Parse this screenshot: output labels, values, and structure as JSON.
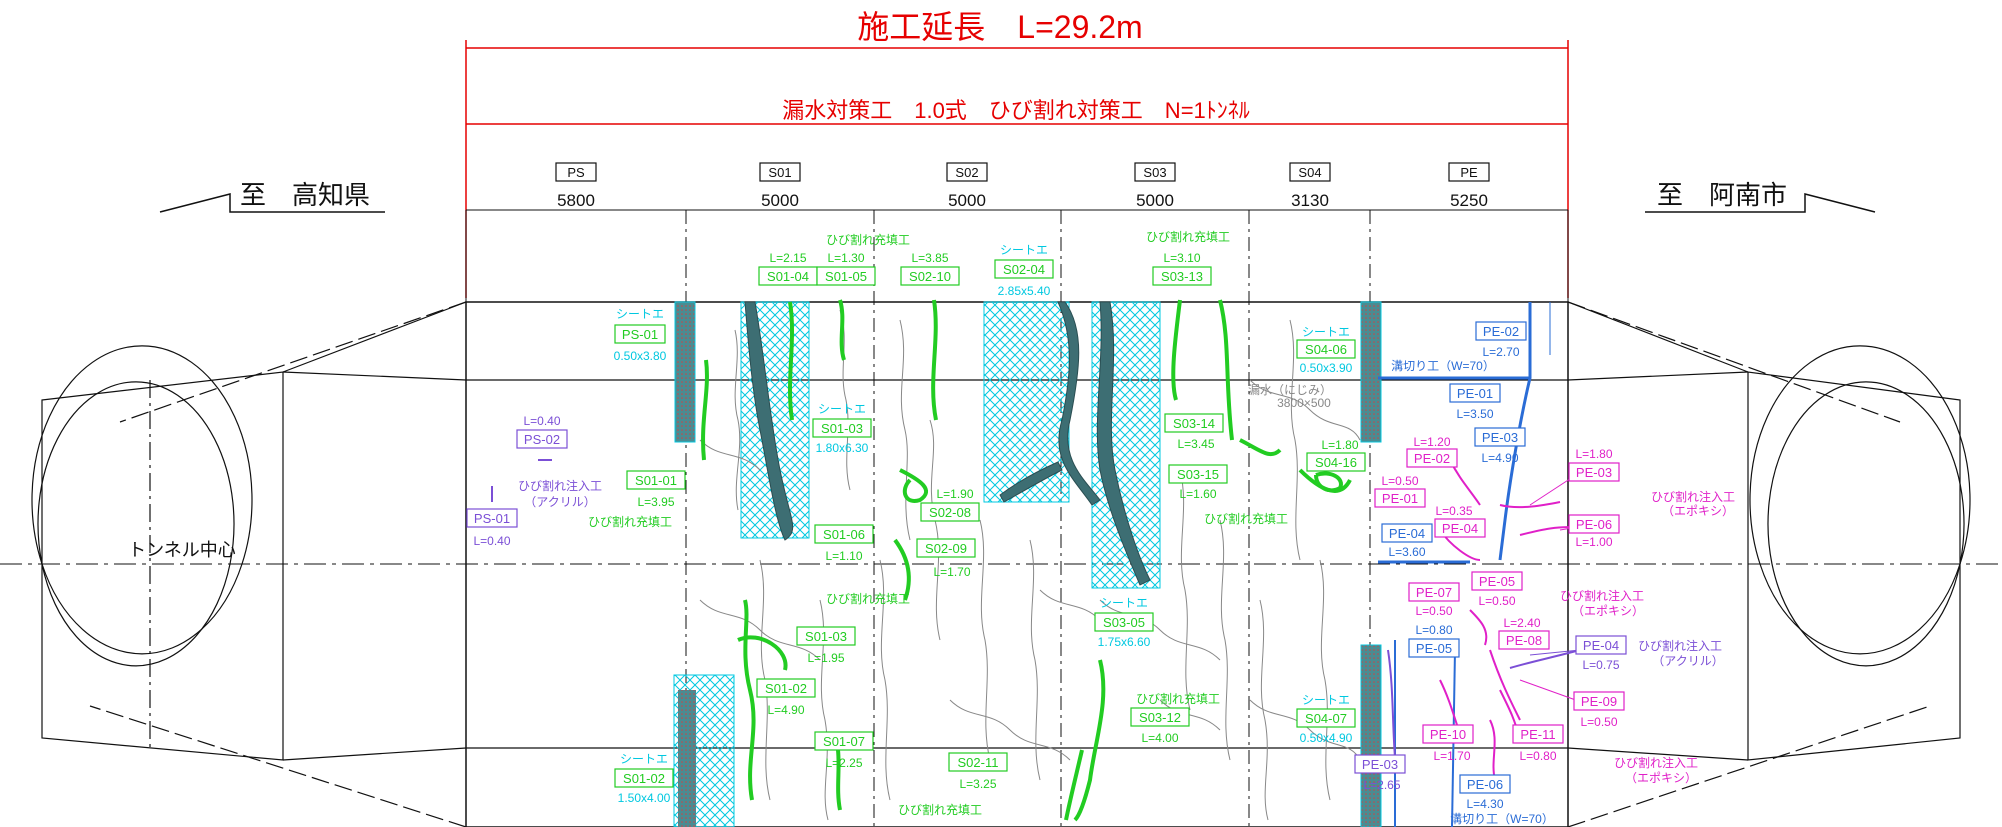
{
  "title": "施工延長　L=29.2m",
  "subtitle": "漏水対策工　1.0式　ひび割れ対策工　N=1ﾄﾝﾈﾙ",
  "left_direction": "至　高知県",
  "right_direction": "至　阿南市",
  "tunnel_center_label": "トンネル中心",
  "colors": {
    "red": "#e60000",
    "green": "#22cc22",
    "cyan": "#00c8e0",
    "blue": "#2a6cd6",
    "magenta": "#e020c8",
    "purple": "#7b4fd6",
    "black": "#111111",
    "gray": "#888888"
  },
  "sections": [
    {
      "code": "PS",
      "length": "5800"
    },
    {
      "code": "S01",
      "length": "5000"
    },
    {
      "code": "S02",
      "length": "5000"
    },
    {
      "code": "S03",
      "length": "5000"
    },
    {
      "code": "S04",
      "length": "3130"
    },
    {
      "code": "PE",
      "length": "5250"
    }
  ],
  "notes": {
    "ps_sheet": {
      "type": "シートエ",
      "id": "PS-01",
      "size": "0.50x3.80"
    },
    "ps_02": {
      "length": "L=0.40",
      "id": "PS-02"
    },
    "ps_injection": {
      "line1": "ひび割れ注入工",
      "line2": "（アクリル）"
    },
    "ps_01": {
      "id": "PS-01",
      "length": "L=0.40"
    },
    "ps_fill": "ひび割れ充填工",
    "s01_01": {
      "id": "S01-01",
      "length": "L=3.95"
    },
    "s01_04": {
      "length": "L=2.15",
      "id": "S01-04"
    },
    "s01_05_top": "ひび割れ充填工",
    "s01_05": {
      "length": "L=1.30",
      "id": "S01-05"
    },
    "s01_03_sheet": {
      "type": "シートエ",
      "id": "S01-03",
      "size": "1.80x6.30"
    },
    "s01_06": {
      "id": "S01-06",
      "length": "L=1.10"
    },
    "s01_03": {
      "id": "S01-03",
      "length": "L=1.95"
    },
    "s01_02": {
      "id": "S01-02",
      "length": "L=4.90"
    },
    "s01_07": {
      "id": "S01-07",
      "length": "L=2.25"
    },
    "s01_02_sheet": {
      "type": "シートエ",
      "id": "S01-02",
      "size": "1.50x4.00"
    },
    "mid_fill": "ひび割れ充填工",
    "s02_10": {
      "length": "L=3.85",
      "id": "S02-10"
    },
    "s02_04_sheet": {
      "type": "シートエ",
      "id": "S02-04",
      "size": "2.85x5.40"
    },
    "s02_08": {
      "length": "L=1.90",
      "id": "S02-08"
    },
    "s02_09": {
      "id": "S02-09",
      "length": "L=1.70"
    },
    "s02_11": {
      "id": "S02-11",
      "length": "L=3.25"
    },
    "bottom_fill": "ひび割れ充填工",
    "s03_top_fill": "ひび割れ充填工",
    "s03_13": {
      "length": "L=3.10",
      "id": "S03-13"
    },
    "s03_14": {
      "id": "S03-14",
      "length": "L=3.45"
    },
    "s03_15": {
      "id": "S03-15",
      "length": "L=1.60"
    },
    "s03_fill2": "ひび割れ充填工",
    "s03_05_sheet": {
      "type": "シートエ",
      "id": "S03-05",
      "size": "1.75x6.60"
    },
    "s03_12_fill": "ひび割れ充填工",
    "s03_12": {
      "id": "S03-12",
      "length": "L=4.00"
    },
    "s04_06_sheet": {
      "type": "シートエ",
      "id": "S04-06",
      "size": "0.50x3.90"
    },
    "leak_label": "漏水（にじみ）",
    "leak_size": "3800×500",
    "s04_16": {
      "length": "L=1.80",
      "id": "S04-16"
    },
    "s04_07_sheet": {
      "type": "シートエ",
      "id": "S04-07",
      "size": "0.50x4.90"
    },
    "pe_02_blue": {
      "id": "PE-02",
      "length": "L=2.70"
    },
    "groove_top": "溝切り工（W=70）",
    "pe_01_blue": {
      "id": "PE-01",
      "length": "L=3.50"
    },
    "pe_03_blue": {
      "id": "PE-03",
      "length": "L=4.90"
    },
    "pe_02_mag": {
      "length": "L=1.20",
      "id": "PE-02"
    },
    "pe_03_mag": {
      "length": "L=1.80",
      "id": "PE-03"
    },
    "epoxy_right1": {
      "line1": "ひび割れ注入工",
      "line2": "（エポキシ）"
    },
    "pe_01_mag": {
      "length": "L=0.50",
      "id": "PE-01"
    },
    "pe_04_mag": {
      "length": "L=0.35",
      "id": "PE-04"
    },
    "pe_06_mag": {
      "id": "PE-06",
      "length": "L=1.00"
    },
    "pe_04_blue": {
      "id": "PE-04",
      "length": "L=3.60"
    },
    "pe_05_mag": {
      "id": "PE-05",
      "length": "L=0.50"
    },
    "pe_07_mag": {
      "id": "PE-07",
      "length": "L=0.50"
    },
    "epoxy_mid": {
      "line1": "ひび割れ注入工",
      "line2": "（エポキシ）"
    },
    "pe_05_blue": {
      "length": "L=0.80",
      "id": "PE-05"
    },
    "pe_08_mag": {
      "length": "L=2.40",
      "id": "PE-08"
    },
    "pe_04_purple": {
      "id": "PE-04",
      "length": "L=0.75"
    },
    "acrylic_right": {
      "line1": "ひび割れ注入工",
      "line2": "（アクリル）"
    },
    "pe_09_mag": {
      "id": "PE-09",
      "length": "L=0.50"
    },
    "pe_10_mag": {
      "id": "PE-10",
      "length": "L=1.70"
    },
    "pe_11_mag": {
      "id": "PE-11",
      "length": "L=0.80"
    },
    "epoxy_right2": {
      "line1": "ひび割れ注入工",
      "line2": "（エポキシ）"
    },
    "pe_03_purple": {
      "id": "PE-03",
      "length": "L=2.65"
    },
    "pe_06_blue": {
      "id": "PE-06",
      "length": "L=4.30"
    },
    "groove_bottom": "溝切り工（W=70）"
  }
}
